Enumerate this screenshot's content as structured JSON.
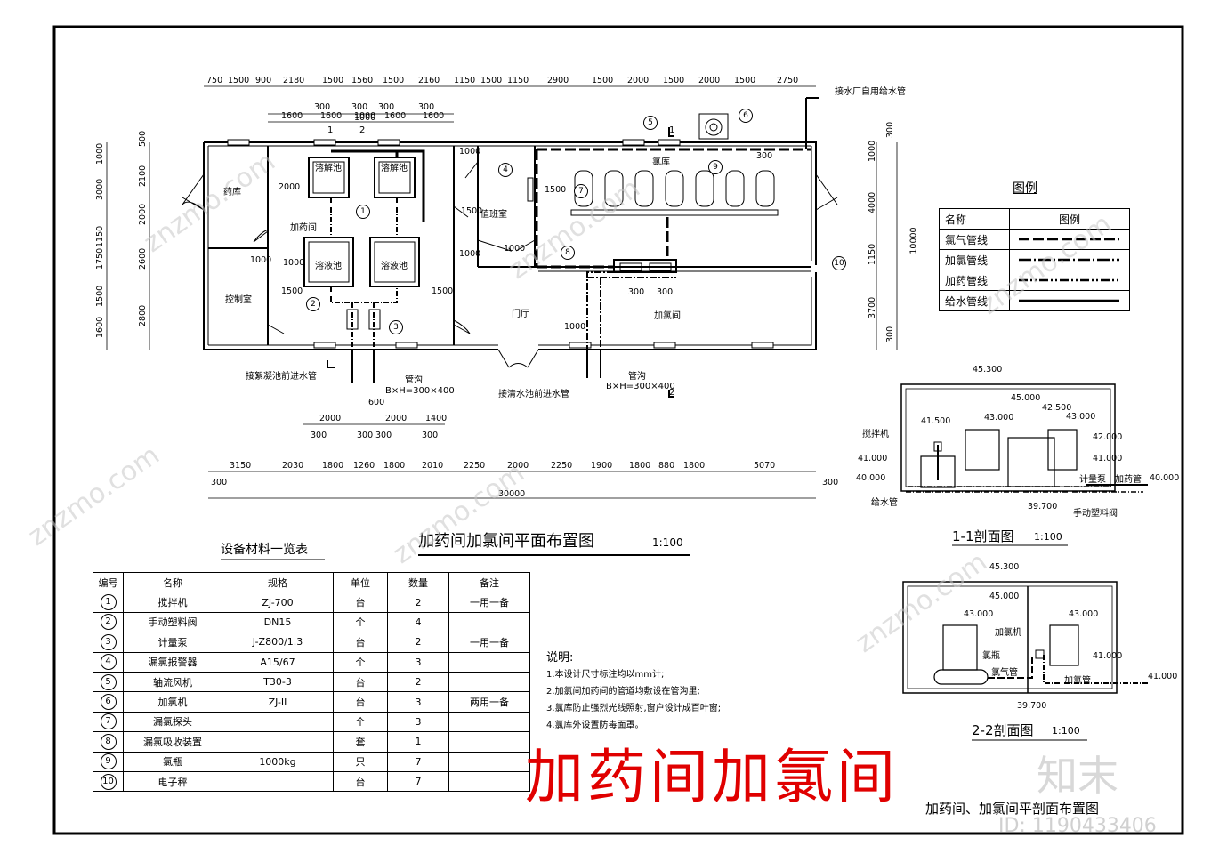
{
  "plan": {
    "title": "加药间加氯间平面布置图",
    "scale": "1:100",
    "top_dims_row1": [
      "750",
      "1500",
      "900",
      "2180",
      "1500",
      "1560",
      "1500",
      "2160",
      "1150",
      "1500",
      "1150",
      "2900",
      "1500",
      "2000",
      "1500",
      "2000",
      "1500",
      "2750"
    ],
    "top_dims_row2": [
      "300",
      "300",
      "1000",
      "300",
      "300"
    ],
    "top_dims_row3": [
      "1600",
      "1600",
      "1000",
      "1600",
      "1600"
    ],
    "axis_marks": [
      "1",
      "2",
      "1",
      "2"
    ],
    "left_dims_outer": [
      "1000",
      "3000",
      "1150",
      "1750",
      "1500",
      "1600"
    ],
    "left_dims_inner": [
      "500",
      "2100",
      "2000",
      "2600",
      "2800"
    ],
    "right_dims_inner": [
      "300",
      "1000",
      "4000",
      "1150",
      "3700",
      "300"
    ],
    "right_dims_total": "10000",
    "bottom_dims_row1": [
      "2000",
      "2000",
      "1400"
    ],
    "bottom_dims_row1b": [
      "300",
      "300",
      "300",
      "300"
    ],
    "bottom_dims_row2": [
      "3150",
      "2030",
      "1800",
      "1260",
      "1800",
      "2010",
      "2250",
      "2000",
      "2250",
      "1900",
      "1800",
      "880",
      "1800",
      "5070"
    ],
    "bottom_edge": [
      "300",
      "300"
    ],
    "bottom_total": "30000",
    "rooms": {
      "yaoku": "药库",
      "jiayaojian": "加药间",
      "kongzhishi": "控制室",
      "zhibanshi": "值班室",
      "luku": "氯库",
      "menting": "门厅",
      "jialvjian": "加氯间",
      "rongjiechi": "溶解池",
      "rongyechi": "溶液池"
    },
    "inner_dims": [
      "2000",
      "1000",
      "1000",
      "1500",
      "1500",
      "1000",
      "1500",
      "1000",
      "1500",
      "1000",
      "300",
      "300",
      "300",
      "1000",
      "600"
    ],
    "annotations": {
      "pipe_in_top": "接水厂自用给水管",
      "pipe_coag": "接絮凝池前进水管",
      "pipe_clear": "接清水池前进水管",
      "trench1": "管沟",
      "trench1_size": "B×H=300×400",
      "trench2": "管沟",
      "trench2_size": "B×H=300×400"
    },
    "callouts": [
      "1",
      "2",
      "3",
      "4",
      "5",
      "6",
      "7",
      "8",
      "9",
      "10"
    ]
  },
  "legend": {
    "title": "图例",
    "head_name": "名称",
    "head_symbol": "图例",
    "rows": [
      "氯气管线",
      "加氯管线",
      "加药管线",
      "给水管线"
    ]
  },
  "section11": {
    "title": "1-1剖面图",
    "scale": "1:100",
    "elevations": [
      "45.300",
      "45.000",
      "41.500",
      "43.000",
      "42.500",
      "43.000",
      "42.000",
      "41.000",
      "41.000",
      "40.000",
      "40.000",
      "39.700"
    ],
    "labels": [
      "搅拌机",
      "给水管",
      "计量泵",
      "加药管",
      "手动塑料阀"
    ]
  },
  "section22": {
    "title": "2-2剖面图",
    "scale": "1:100",
    "elevations": [
      "45.300",
      "45.000",
      "43.000",
      "43.000",
      "41.000",
      "41.000",
      "39.700"
    ],
    "labels": [
      "加氯机",
      "氯瓶",
      "氯气管",
      "加氯管"
    ]
  },
  "equipment": {
    "title": "设备材料一览表",
    "headers": [
      "编号",
      "名称",
      "规格",
      "单位",
      "数量",
      "备注"
    ],
    "rows": [
      {
        "no": "1",
        "name": "搅拌机",
        "spec": "ZJ-700",
        "unit": "台",
        "qty": "2",
        "note": "一用一备"
      },
      {
        "no": "2",
        "name": "手动塑料阀",
        "spec": "DN15",
        "unit": "个",
        "qty": "4",
        "note": ""
      },
      {
        "no": "3",
        "name": "计量泵",
        "spec": "J-Z800/1.3",
        "unit": "台",
        "qty": "2",
        "note": "一用一备"
      },
      {
        "no": "4",
        "name": "漏氯报警器",
        "spec": "A15/67",
        "unit": "个",
        "qty": "3",
        "note": ""
      },
      {
        "no": "5",
        "name": "轴流风机",
        "spec": "T30-3",
        "unit": "台",
        "qty": "2",
        "note": ""
      },
      {
        "no": "6",
        "name": "加氯机",
        "spec": "ZJ-II",
        "unit": "台",
        "qty": "3",
        "note": "两用一备"
      },
      {
        "no": "7",
        "name": "漏氯探头",
        "spec": "",
        "unit": "个",
        "qty": "3",
        "note": ""
      },
      {
        "no": "8",
        "name": "漏氯吸收装置",
        "spec": "",
        "unit": "套",
        "qty": "1",
        "note": ""
      },
      {
        "no": "9",
        "name": "氯瓶",
        "spec": "1000kg",
        "unit": "只",
        "qty": "7",
        "note": ""
      },
      {
        "no": "10",
        "name": "电子秤",
        "spec": "",
        "unit": "台",
        "qty": "7",
        "note": ""
      }
    ]
  },
  "notes": {
    "heading": "说明:",
    "items": [
      "1.本设计尺寸标注均以mm计;",
      "2.加氯间加药间的管道均敷设在管沟里;",
      "3.氯库防止强烈光线照射,窗户设计成百叶窗;",
      "4.氯库外设置防毒面罩。"
    ]
  },
  "big_title": "加药间加氯间",
  "sheet_title": "加药间、加氯间平剖面布置图",
  "watermark": "znzmo.com",
  "brand": "知末",
  "id_text": "ID: 1190433406"
}
